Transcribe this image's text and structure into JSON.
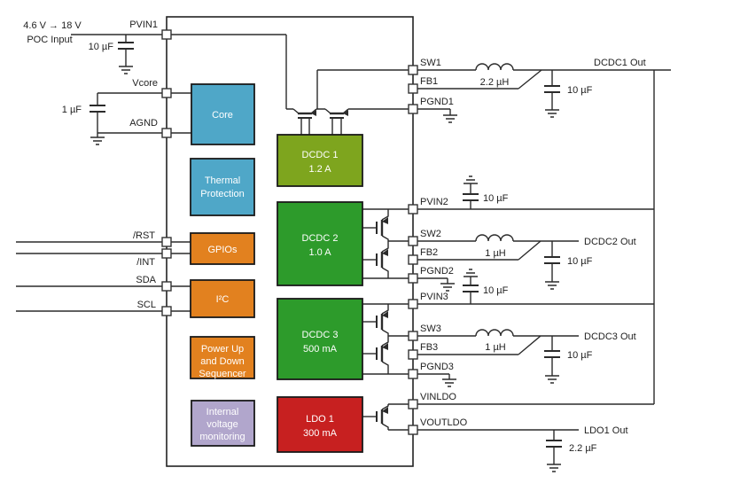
{
  "input": {
    "range": "4.6 V → 18 V",
    "label": "POC Input",
    "cap_value": "10 µF",
    "vcore_cap_value": "1 µF"
  },
  "pins": {
    "left": {
      "pvin1": "PVIN1",
      "vcore": "Vcore",
      "agnd": "AGND",
      "rst": "/RST",
      "int": "/INT",
      "sda": "SDA",
      "scl": "SCL"
    },
    "right": {
      "sw1": "SW1",
      "fb1": "FB1",
      "pgnd1": "PGND1",
      "pvin2": "PVIN2",
      "sw2": "SW2",
      "fb2": "FB2",
      "pgnd2": "PGND2",
      "pvin3": "PVIN3",
      "sw3": "SW3",
      "fb3": "FB3",
      "pgnd3": "PGND3",
      "vinldo": "VINLDO",
      "voutldo": "VOUTLDO"
    }
  },
  "blocks": {
    "core": {
      "line1": "Core"
    },
    "thermal": {
      "line1": "Thermal",
      "line2": "Protection"
    },
    "gpios": {
      "line1": "GPIOs"
    },
    "i2c": {
      "line1": "I²C"
    },
    "sequencer": {
      "line1": "Power Up",
      "line2": "and Down",
      "line3": "Sequencer"
    },
    "monitoring": {
      "line1": "Internal",
      "line2": "voltage",
      "line3": "monitoring"
    },
    "dcdc1": {
      "line1": "DCDC 1",
      "line2": "1.2 A"
    },
    "dcdc2": {
      "line1": "DCDC 2",
      "line2": "1.0 A"
    },
    "dcdc3": {
      "line1": "DCDC 3",
      "line2": "500 mA"
    },
    "ldo1": {
      "line1": "LDO 1",
      "line2": "300 mA"
    }
  },
  "outputs": {
    "dcdc1": {
      "inductor": "2.2 µH",
      "cap": "10 µF",
      "label": "DCDC1 Out"
    },
    "dcdc2": {
      "inductor": "1 µH",
      "cap": "10 µF",
      "label": "DCDC2 Out",
      "pvin_cap": "10 µF"
    },
    "dcdc3": {
      "inductor": "1 µH",
      "cap": "10 µF",
      "label": "DCDC3 Out",
      "pvin_cap": "10 µF"
    },
    "ldo1": {
      "cap": "2.2 µF",
      "label": "LDO1 Out"
    }
  },
  "colors": {
    "blue": "#4fa7c8",
    "orange": "#e2811f",
    "purple": "#b1a6cc",
    "olive": "#7ea51e",
    "green": "#2d9b2b",
    "red": "#c72020",
    "wire": "#2b2b2b"
  }
}
